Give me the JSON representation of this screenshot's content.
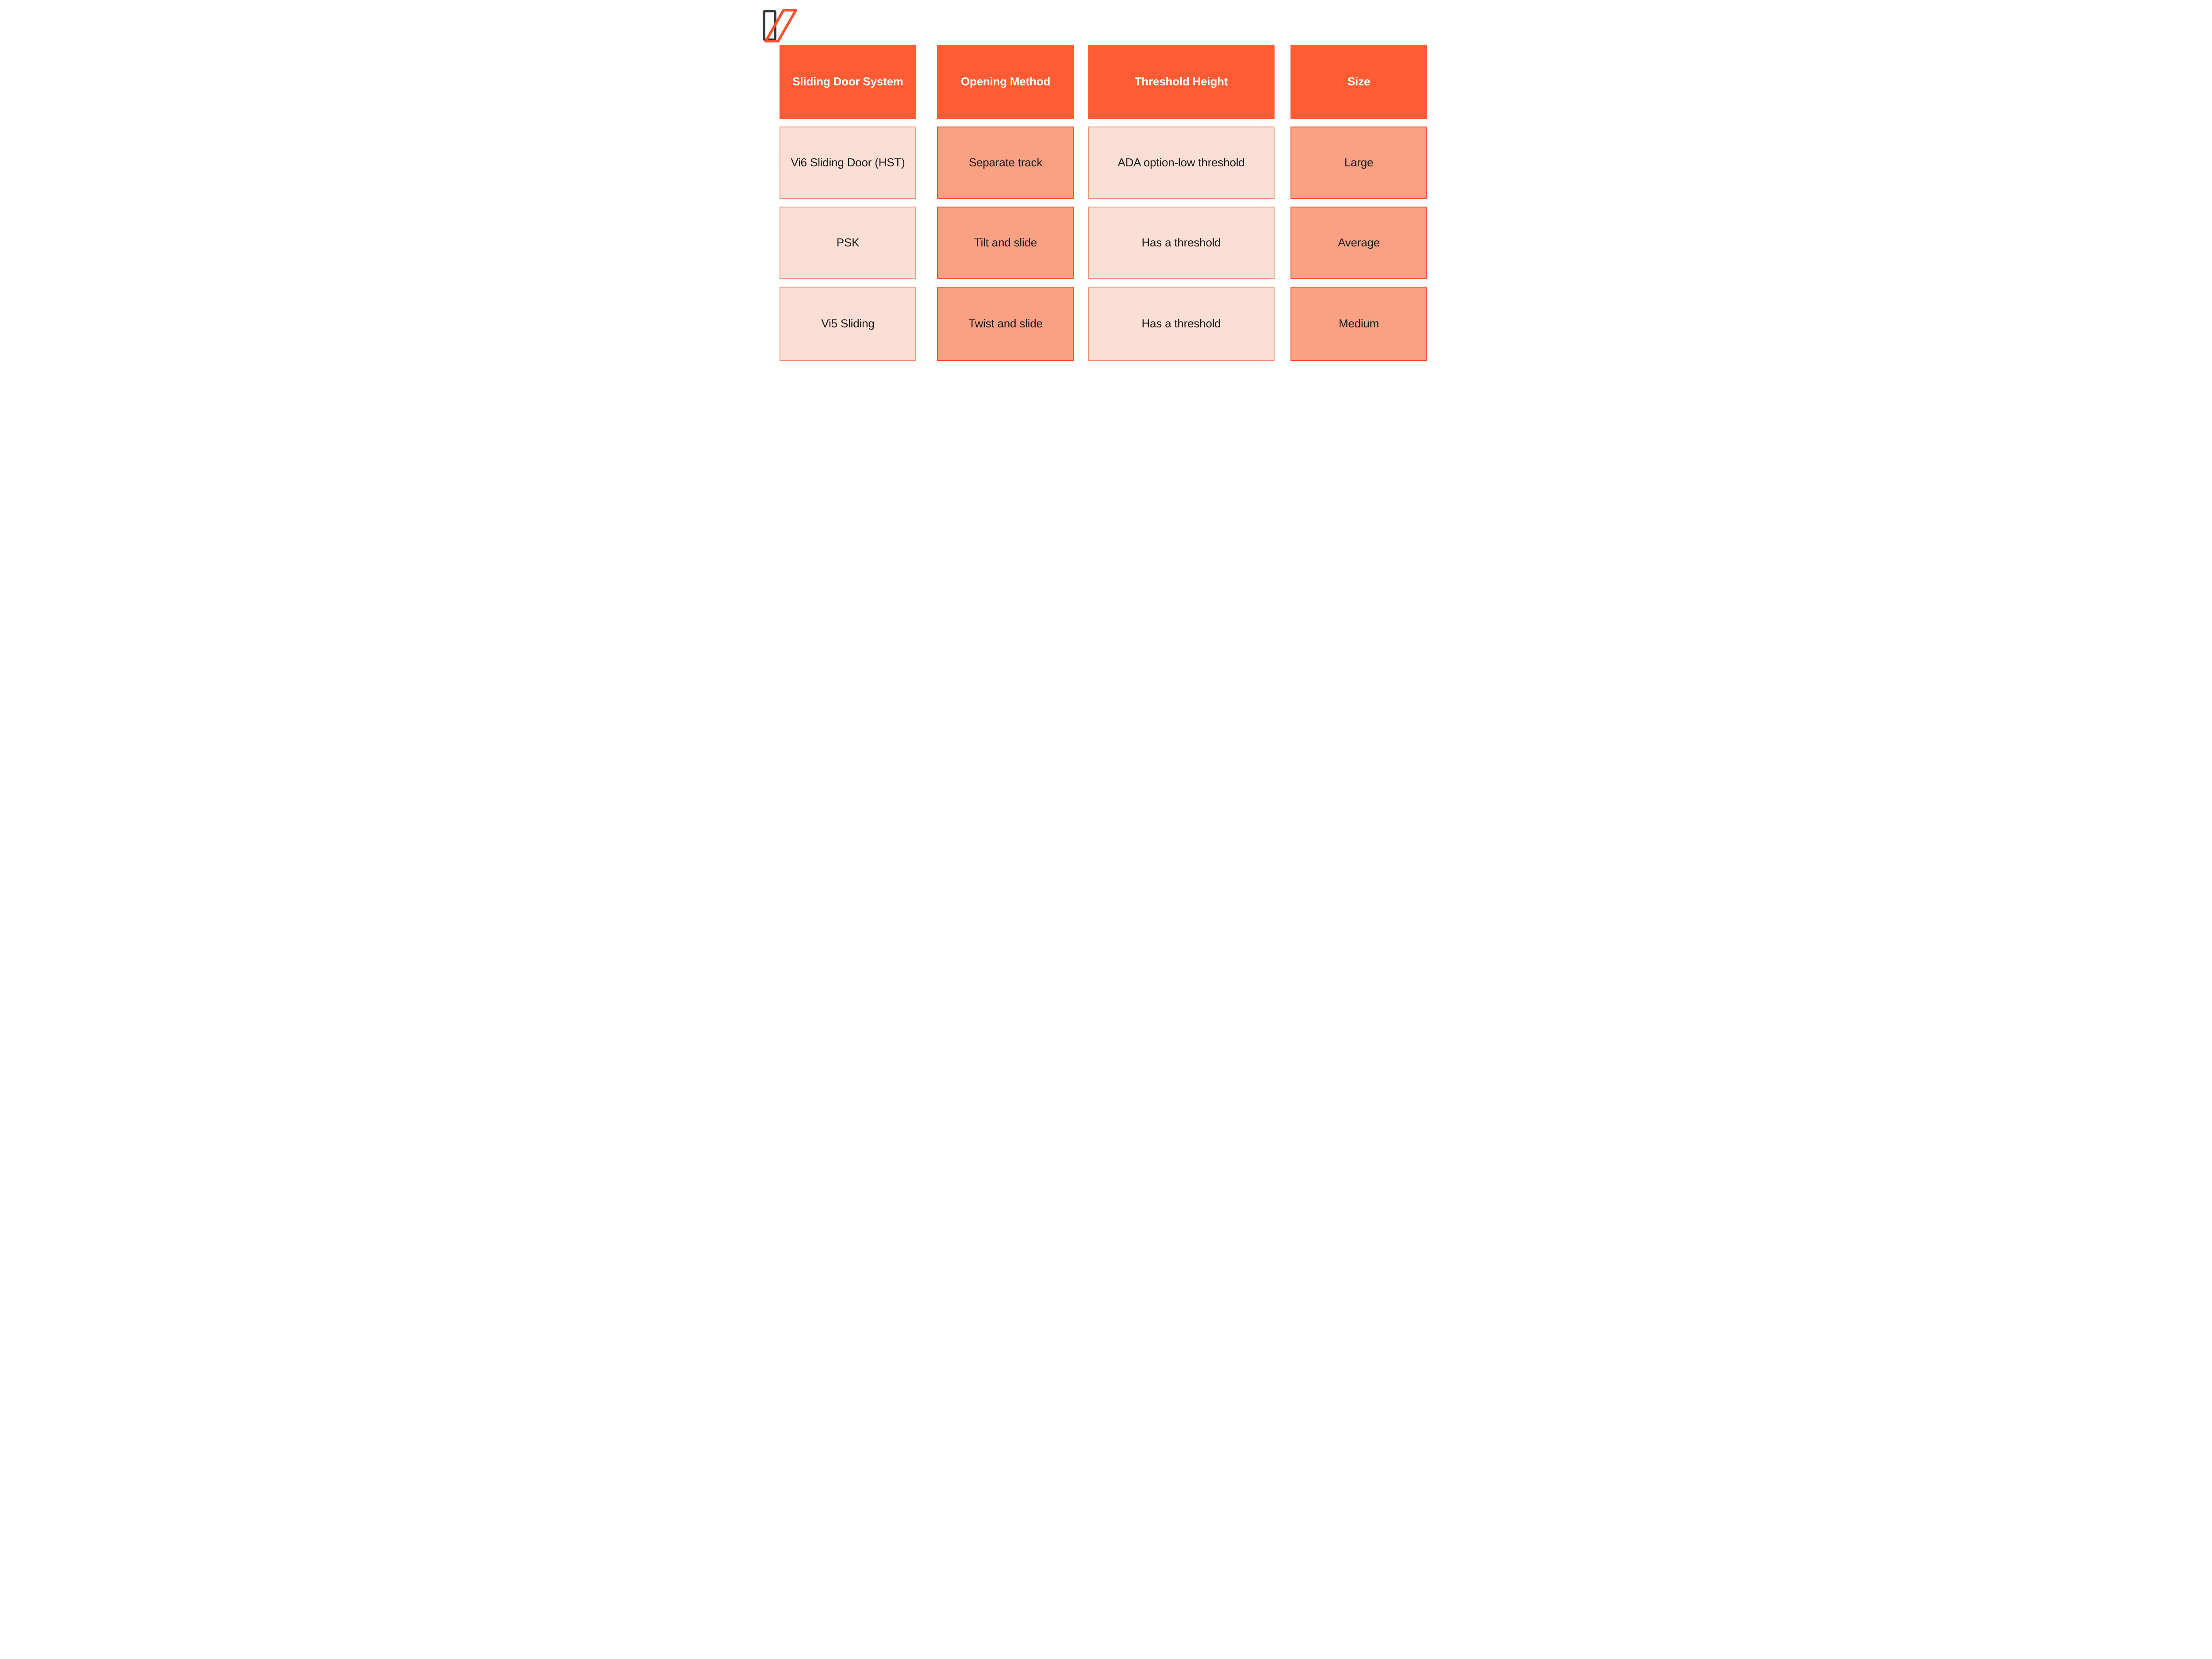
{
  "theme": {
    "background": "#ffffff",
    "header_fill": "#FF5C35",
    "header_text": "#ffffff",
    "light_cell_fill": "#FCDFD4",
    "light_cell_border": "#F29472",
    "salmon_cell_fill": "#FBA183",
    "salmon_cell_border": "#F4502B",
    "body_text": "#1A1A1A",
    "logo_dark": "#2E3642",
    "logo_orange": "#FA512E"
  },
  "logo": {
    "name": "brand-logo"
  },
  "chart_data": {
    "type": "table",
    "columns": [
      "Sliding Door System",
      "Opening Method",
      "Threshold Height",
      "Size"
    ],
    "rows": [
      [
        "Vi6 Sliding Door (HST)",
        "Separate track",
        "ADA option-low threshold",
        "Large"
      ],
      [
        "PSK",
        "Tilt and slide",
        "Has a threshold",
        "Average"
      ],
      [
        "Vi5 Sliding",
        "Twist and slide",
        "Has a threshold",
        "Medium"
      ]
    ],
    "column_fill_pattern": [
      "light",
      "salmon",
      "light",
      "salmon"
    ],
    "grid": "separated-cells",
    "legend": "none"
  }
}
